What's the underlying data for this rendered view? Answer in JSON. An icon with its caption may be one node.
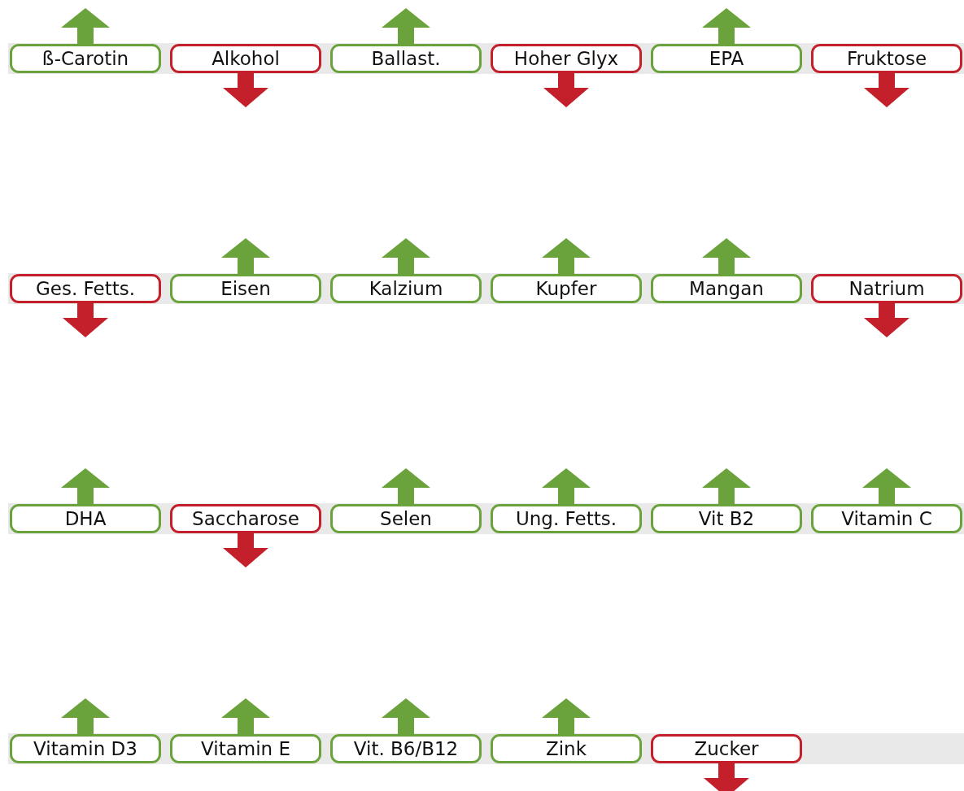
{
  "diagram": {
    "nodes": [
      {
        "text": [
          "ß-Carotin"
        ]
      },
      {
        "text": [
          "Alkohol"
        ]
      },
      {
        "text": [
          "Ballast."
        ]
      },
      {
        "text": [
          "Hoher Glyx"
        ]
      },
      {
        "text": [
          "EPA"
        ]
      },
      {
        "text": [
          "Fruktose"
        ]
      },
      {
        "text": [
          "Ges. Fetts."
        ]
      },
      {
        "text": [
          "Eisen"
        ]
      },
      {
        "text": [
          "Kalzium"
        ]
      },
      {
        "text": [
          "Kupfer"
        ]
      },
      {
        "text": [
          "Mangan"
        ]
      },
      {
        "text": [
          "Natrium"
        ]
      },
      {
        "text": [
          "DHA"
        ]
      },
      {
        "text": [
          "Saccharose"
        ]
      },
      {
        "text": [
          "Selen"
        ]
      },
      {
        "text": [
          "Ung. Fetts."
        ]
      },
      {
        "text": [
          "Vit B2"
        ]
      },
      {
        "text": [
          "Vitamin C"
        ]
      },
      {
        "text": [
          "Vitamin D3"
        ]
      },
      {
        "text": [
          "Vitamin E"
        ]
      },
      {
        "text": [
          "Vit. B6/B12"
        ]
      },
      {
        "text": [
          "Zink"
        ]
      },
      {
        "text": [
          "Zucker"
        ]
      }
    ]
  }
}
